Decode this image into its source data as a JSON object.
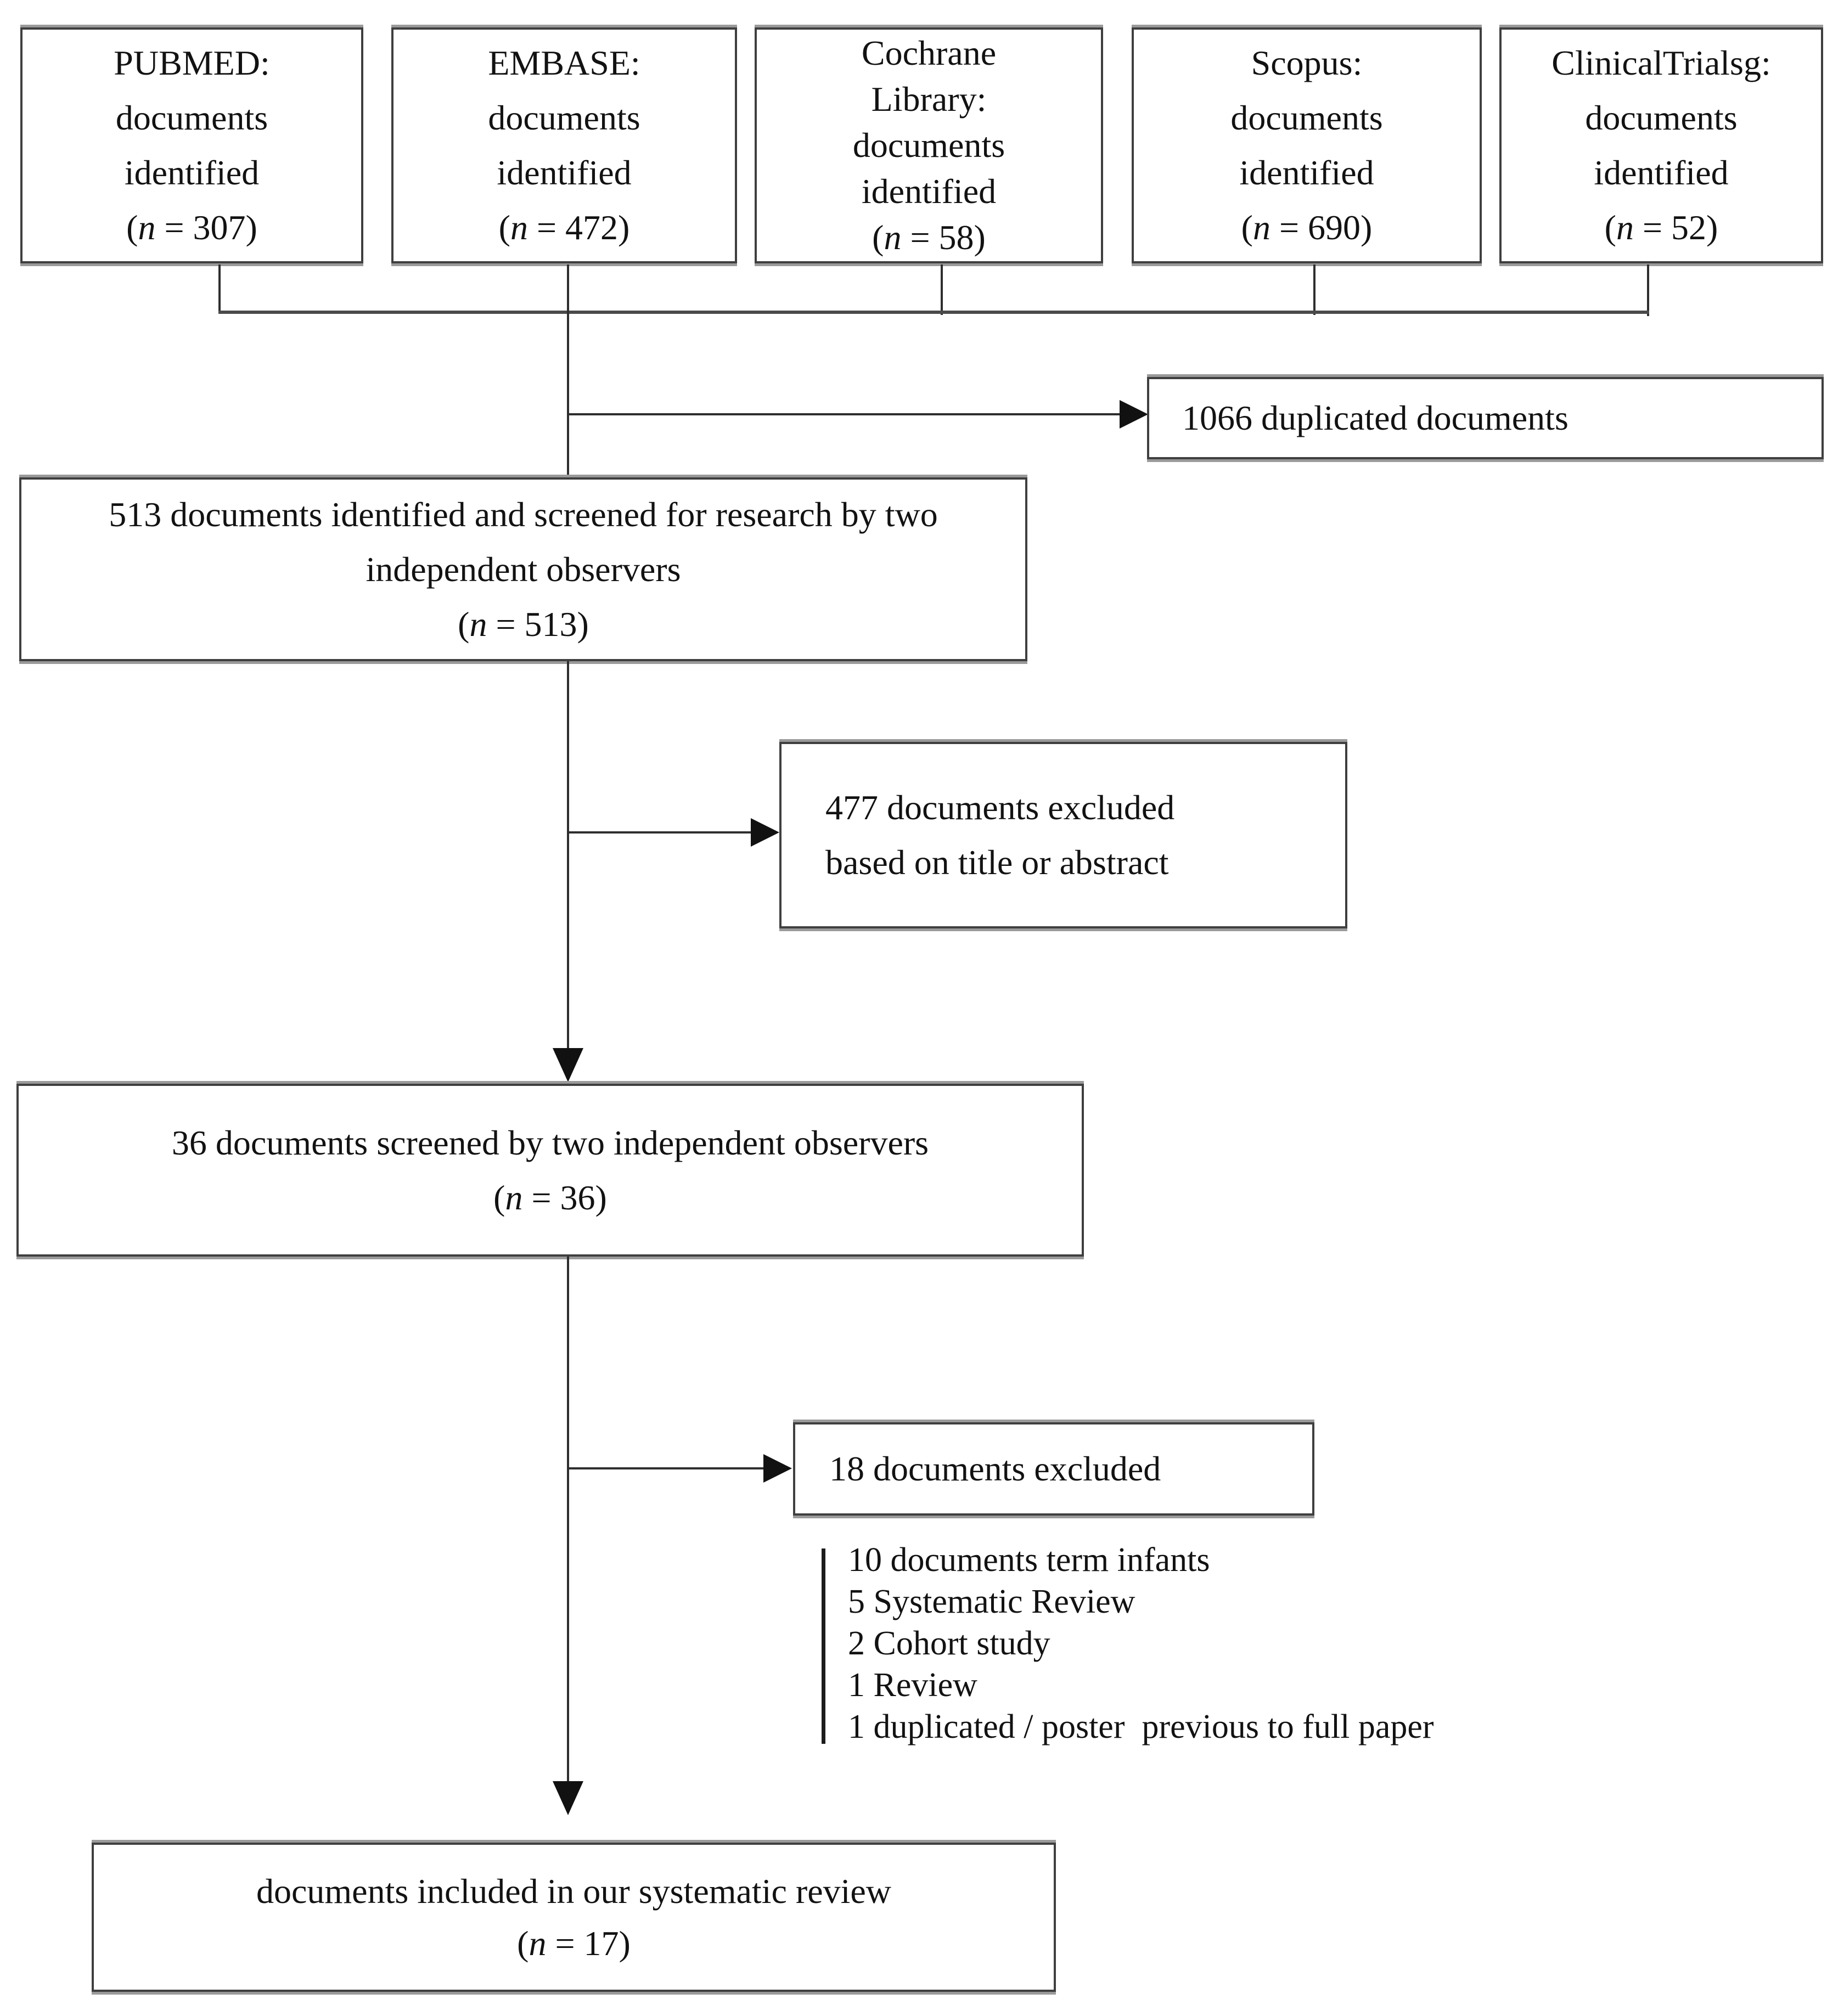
{
  "diagram": {
    "sources": [
      {
        "lines": [
          "PUBMED:",
          "documents",
          "identified",
          "(n = 307)"
        ]
      },
      {
        "lines": [
          "EMBASE:",
          "documents",
          "identified",
          "(n = 472)"
        ]
      },
      {
        "lines": [
          "Cochrane",
          "Library:",
          "documents",
          "identified",
          "(n = 58)"
        ]
      },
      {
        "lines": [
          "Scopus:",
          "documents",
          "identified",
          "(n = 690)"
        ]
      },
      {
        "lines": [
          "ClinicalTrialsg:",
          "documents",
          "identified",
          "(n = 52)"
        ]
      }
    ],
    "duplicates_box": {
      "text": "1066 duplicated documents"
    },
    "screening_box": {
      "lines": [
        "513 documents identified and screened for research by two",
        "independent observers",
        "(n = 513)"
      ]
    },
    "excluded_title_abstract_box": {
      "lines": [
        "477 documents excluded",
        "based on title or abstract"
      ]
    },
    "observer_screening_box": {
      "lines": [
        "36 documents screened by two independent observers",
        "(n = 36)"
      ]
    },
    "excluded_fulltext_box": {
      "text": "18 documents excluded"
    },
    "exclusion_reasons": [
      "10 documents term infants",
      "5 Systematic Review",
      "2 Cohort study",
      "1 Review",
      "1 duplicated / poster  previous to full paper"
    ],
    "included_box": {
      "lines": [
        "documents included in our systematic review",
        "(n = 17)"
      ]
    }
  },
  "colors": {
    "line": "#2e2e2e",
    "collector_line": "#4a4a4a",
    "box_border": "#3f3f3f",
    "box_border_cap": "#9a9a9a",
    "arrowhead": "#111111",
    "text": "#121212",
    "background": "#ffffff"
  }
}
